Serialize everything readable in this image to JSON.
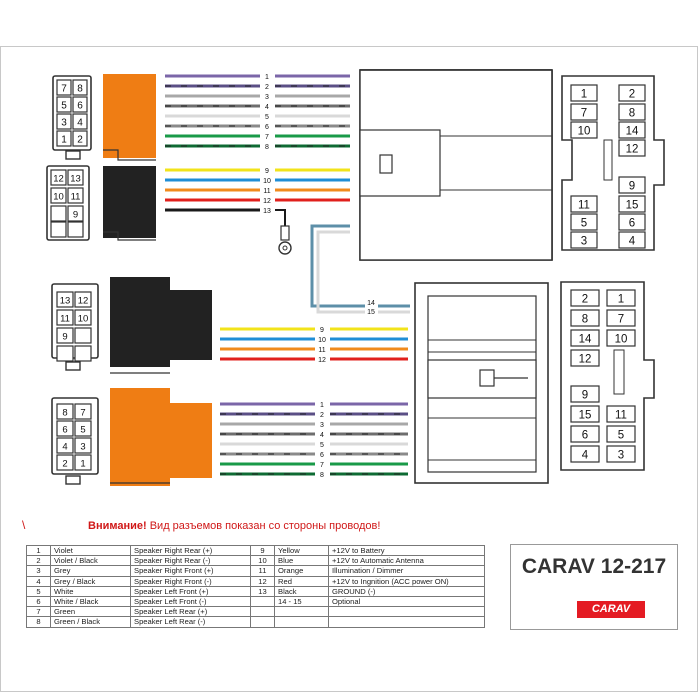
{
  "pin_labels": {
    "conn_a": [
      "7",
      "8",
      "5",
      "6",
      "3",
      "4",
      "1",
      "2"
    ],
    "conn_b": [
      "12",
      "13",
      "10",
      "11",
      "9"
    ],
    "conn_c": [
      "13",
      "12",
      "11",
      "10",
      "9"
    ],
    "conn_d": [
      "8",
      "7",
      "6",
      "5",
      "4",
      "3",
      "2",
      "1"
    ],
    "socket_top": [
      "1",
      "2",
      "7",
      "8",
      "10",
      "14",
      "12",
      "9",
      "11",
      "15",
      "5",
      "6",
      "3",
      "4"
    ],
    "socket_bottom": [
      "2",
      "1",
      "8",
      "7",
      "14",
      "10",
      "12",
      "9",
      "15",
      "11",
      "6",
      "5",
      "4",
      "3"
    ]
  },
  "wire_numbers": {
    "top_left": [
      "1",
      "2",
      "3",
      "4",
      "5",
      "6",
      "7",
      "8"
    ],
    "top_left_b": [
      "9",
      "10",
      "11",
      "12",
      "13"
    ],
    "antenna": [
      "14",
      "15"
    ],
    "bottom_c": [
      "9",
      "10",
      "11",
      "12"
    ],
    "bottom_d": [
      "1",
      "2",
      "3",
      "4",
      "5",
      "6",
      "7",
      "8"
    ]
  },
  "wire_colors": {
    "violet": "#7b66a8",
    "violet_black": "#5b4f86",
    "grey": "#a8a8a8",
    "grey_black": "#6e6e6e",
    "white": "#d9d9d9",
    "white_black": "#8a8a8a",
    "green": "#1a9a48",
    "green_black": "#0e6b33",
    "yellow": "#f2e31a",
    "blue": "#1f8ed6",
    "orange": "#f08a1c",
    "red": "#e0201c",
    "black": "#1a1a1a",
    "antenna": "#5d8fa8"
  },
  "connector_colors": {
    "orange": "#ef7d14",
    "black": "#222222"
  },
  "warning": {
    "marker": "\\",
    "bold": "Внимание!",
    "text": " Вид разъемов показан со стороны проводов!"
  },
  "legend": {
    "rows": [
      [
        "1",
        "Violet",
        "Speaker Right Rear (+)",
        "9",
        "Yellow",
        "+12V to Battery"
      ],
      [
        "2",
        "Violet / Black",
        "Speaker Right Rear (-)",
        "10",
        "Blue",
        "+12V to Automatic Antenna"
      ],
      [
        "3",
        "Grey",
        "Speaker Right Front (+)",
        "11",
        "Orange",
        "Illumination / Dimmer"
      ],
      [
        "4",
        "Grey / Black",
        "Speaker Right Front (-)",
        "12",
        "Red",
        "+12V to Ingnition (ACC power ON)"
      ],
      [
        "5",
        "White",
        "Speaker Left Front (+)",
        "13",
        "Black",
        "GROUND (-)"
      ],
      [
        "6",
        "White / Black",
        "Speaker Left Front (-)",
        "",
        "14 - 15",
        "Optional"
      ],
      [
        "7",
        "Green",
        "Speaker Left Rear (+)",
        "",
        "",
        ""
      ],
      [
        "8",
        "Green / Black",
        "Speaker Left Rear (-)",
        "",
        "",
        ""
      ]
    ]
  },
  "brand": {
    "model": "CARAV 12-217",
    "logo": "CARAV",
    "logo_color": "#e41b23"
  }
}
